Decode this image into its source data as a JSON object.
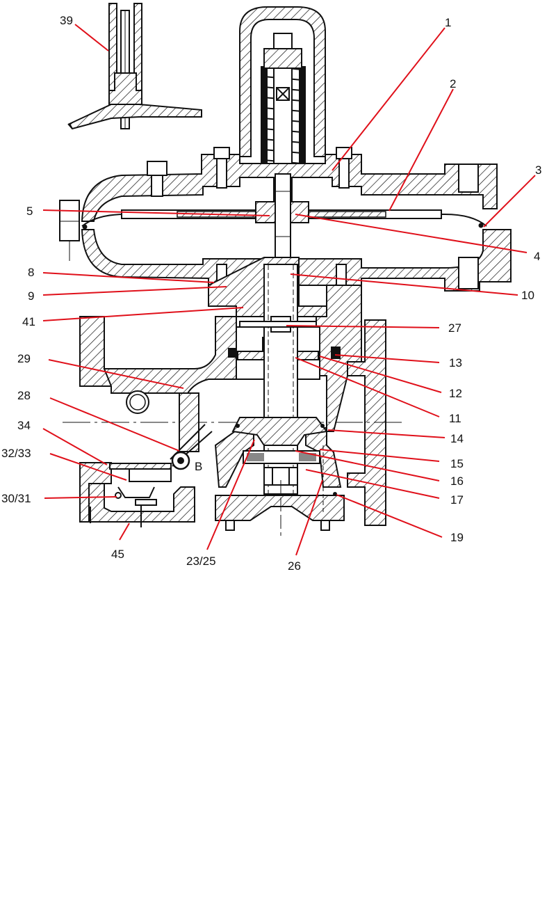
{
  "diagram": {
    "title": "",
    "callouts": [
      {
        "id": "c39",
        "text": "39"
      },
      {
        "id": "c1",
        "text": "1"
      },
      {
        "id": "c2",
        "text": "2"
      },
      {
        "id": "c3",
        "text": "3"
      },
      {
        "id": "c5",
        "text": "5"
      },
      {
        "id": "c4",
        "text": "4"
      },
      {
        "id": "c8",
        "text": "8"
      },
      {
        "id": "c9",
        "text": "9"
      },
      {
        "id": "c10",
        "text": "10"
      },
      {
        "id": "c41",
        "text": "41"
      },
      {
        "id": "c27",
        "text": "27"
      },
      {
        "id": "c29",
        "text": "29"
      },
      {
        "id": "c13",
        "text": "13"
      },
      {
        "id": "c12",
        "text": "12"
      },
      {
        "id": "c28",
        "text": "28"
      },
      {
        "id": "c11",
        "text": "11"
      },
      {
        "id": "c34",
        "text": "34"
      },
      {
        "id": "c14",
        "text": "14"
      },
      {
        "id": "c3233",
        "text": "32/33"
      },
      {
        "id": "c15",
        "text": "15"
      },
      {
        "id": "c16",
        "text": "16"
      },
      {
        "id": "c3031",
        "text": "30/31"
      },
      {
        "id": "c17",
        "text": "17"
      },
      {
        "id": "c19",
        "text": "19"
      },
      {
        "id": "c45",
        "text": "45"
      },
      {
        "id": "c2325",
        "text": "23/25"
      },
      {
        "id": "c26",
        "text": "26"
      }
    ],
    "marker_letter": "B",
    "leader_color": "#e0101a",
    "line_color": "#111111"
  }
}
